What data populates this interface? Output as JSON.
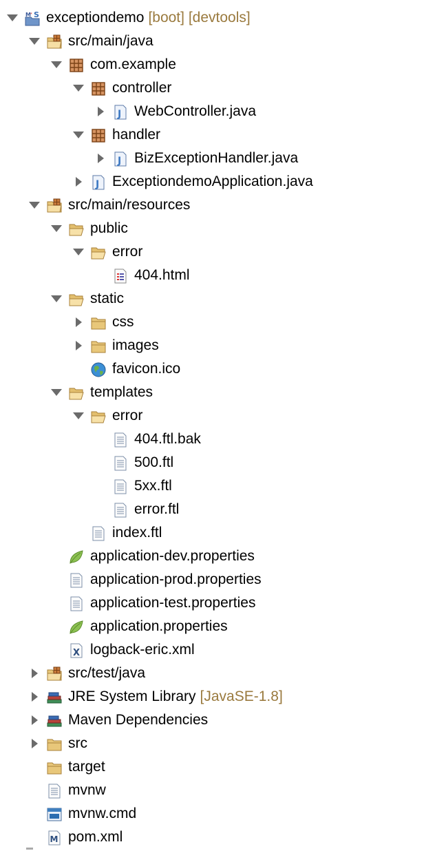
{
  "tree": {
    "rows": [
      {
        "label": "exceptiondemo",
        "decoration": "[boot] [devtools]",
        "icon": "maven-spring-project-icon",
        "expanded": true
      },
      {
        "label": "src/main/java",
        "icon": "source-folder-icon",
        "expanded": true
      },
      {
        "label": "com.example",
        "icon": "package-icon",
        "expanded": true
      },
      {
        "label": "controller",
        "icon": "package-icon",
        "expanded": true
      },
      {
        "label": "WebController.java",
        "icon": "java-file-icon",
        "expanded": false
      },
      {
        "label": "handler",
        "icon": "package-icon",
        "expanded": true
      },
      {
        "label": "BizExceptionHandler.java",
        "icon": "java-file-icon",
        "expanded": false
      },
      {
        "label": "ExceptiondemoApplication.java",
        "icon": "java-file-icon",
        "expanded": false
      },
      {
        "label": "src/main/resources",
        "icon": "source-folder-icon",
        "expanded": true
      },
      {
        "label": "public",
        "icon": "folder-open-icon",
        "expanded": true
      },
      {
        "label": "error",
        "icon": "folder-open-icon",
        "expanded": true
      },
      {
        "label": "404.html",
        "icon": "html-file-icon"
      },
      {
        "label": "static",
        "icon": "folder-open-icon",
        "expanded": true
      },
      {
        "label": "css",
        "icon": "folder-icon",
        "expanded": false
      },
      {
        "label": "images",
        "icon": "folder-icon",
        "expanded": false
      },
      {
        "label": "favicon.ico",
        "icon": "globe-icon"
      },
      {
        "label": "templates",
        "icon": "folder-open-icon",
        "expanded": true
      },
      {
        "label": "error",
        "icon": "folder-open-icon",
        "expanded": true
      },
      {
        "label": "404.ftl.bak",
        "icon": "text-file-icon"
      },
      {
        "label": "500.ftl",
        "icon": "text-file-icon"
      },
      {
        "label": "5xx.ftl",
        "icon": "text-file-icon"
      },
      {
        "label": "error.ftl",
        "icon": "text-file-icon"
      },
      {
        "label": "index.ftl",
        "icon": "text-file-icon"
      },
      {
        "label": "application-dev.properties",
        "icon": "spring-leaf-icon"
      },
      {
        "label": "application-prod.properties",
        "icon": "text-file-icon"
      },
      {
        "label": "application-test.properties",
        "icon": "text-file-icon"
      },
      {
        "label": "application.properties",
        "icon": "spring-leaf-icon"
      },
      {
        "label": "logback-eric.xml",
        "icon": "xml-file-icon"
      },
      {
        "label": "src/test/java",
        "icon": "source-folder-icon",
        "expanded": false
      },
      {
        "label": "JRE System Library",
        "decoration": "[JavaSE-1.8]",
        "icon": "library-icon",
        "expanded": false
      },
      {
        "label": "Maven Dependencies",
        "icon": "library-icon",
        "expanded": false
      },
      {
        "label": "src",
        "icon": "folder-icon",
        "expanded": false
      },
      {
        "label": "target",
        "icon": "folder-icon"
      },
      {
        "label": "mvnw",
        "icon": "text-file-icon"
      },
      {
        "label": "mvnw.cmd",
        "icon": "cmd-file-icon"
      },
      {
        "label": "pom.xml",
        "icon": "maven-pom-icon"
      }
    ]
  },
  "colors": {
    "decoration": "#9a7a3e",
    "twisty": "#6b6b6b",
    "folder": "#e8c77a",
    "package": "#b9733d",
    "java": "#3c78c3"
  }
}
